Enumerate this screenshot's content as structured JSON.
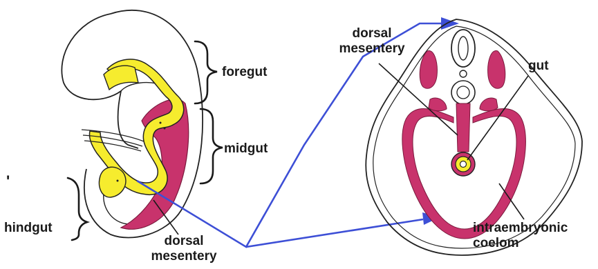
{
  "labels": {
    "foregut": "foregut",
    "midgut": "midgut",
    "hindgut": "hindgut",
    "dorsal_mesentery_left": {
      "line1": "dorsal",
      "line2": "mesentery"
    },
    "dorsal_mesentery_right": {
      "line1": "dorsal",
      "line2": "mesentery"
    },
    "gut": "gut",
    "coelom": {
      "line1": "intraembryonic",
      "line2": "coelom"
    }
  },
  "stray_mark": "'",
  "colors": {
    "outline": "#222222",
    "gut_yellow": "#f6ec2e",
    "mesentery_pink": "#c8336c",
    "pointer_blue": "#3d4fd6",
    "label_text": "#1a1a1a"
  }
}
